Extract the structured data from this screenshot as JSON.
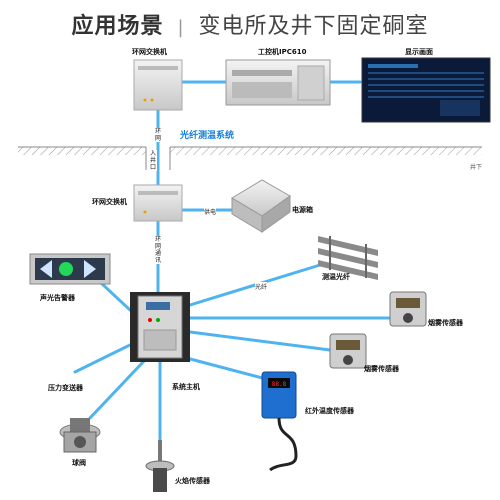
{
  "header": {
    "title_bold": "应用场景",
    "separator": "|",
    "title_sub": "变电所及井下固定硐室"
  },
  "labels": {
    "ring_switch_top": "环网交换机",
    "ipc": "工控机IPC610",
    "display": "显示画面",
    "fiber_system": "光纤测温系统",
    "underground": "井下",
    "ring_switch_mid": "环网交换机",
    "power_box": "电源箱",
    "temp_fiber": "测温光纤",
    "sound_light": "声光告警器",
    "smoke_1": "烟雾传感器",
    "smoke_2": "烟雾传感器",
    "pressure": "压力变送器",
    "host": "系统主机",
    "ir_temp": "红外温度传感器",
    "ball_valve": "球阀",
    "flame": "火焰传感器"
  },
  "line_labels": {
    "fiber_1": "环网",
    "fiber_2": "入井口",
    "comm": "环网通讯",
    "power_line": "供电",
    "fiber_3": "光纤"
  },
  "colors": {
    "cable": "#4fb3f0",
    "cable_dark": "#2a8fd8",
    "box": "#d9d9d9",
    "ground": "#999999",
    "accent": "#1a7fd6"
  }
}
